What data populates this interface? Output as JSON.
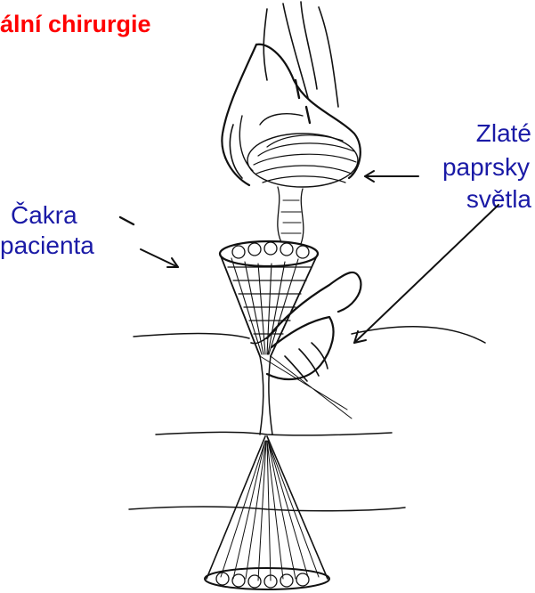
{
  "title": {
    "visible_fragment": "ální chirurgie",
    "color": "#ff0000"
  },
  "labels": {
    "color": "#1a1aa6",
    "zlate_line1": "Zlaté",
    "zlate_line2": "paprsky",
    "zlate_line3": "světla",
    "cakra_line1": "Čakra",
    "cakra_line2": "pacienta"
  },
  "icons": [
    "funnel-chakra-icon",
    "hand-icon",
    "cone-icon"
  ]
}
